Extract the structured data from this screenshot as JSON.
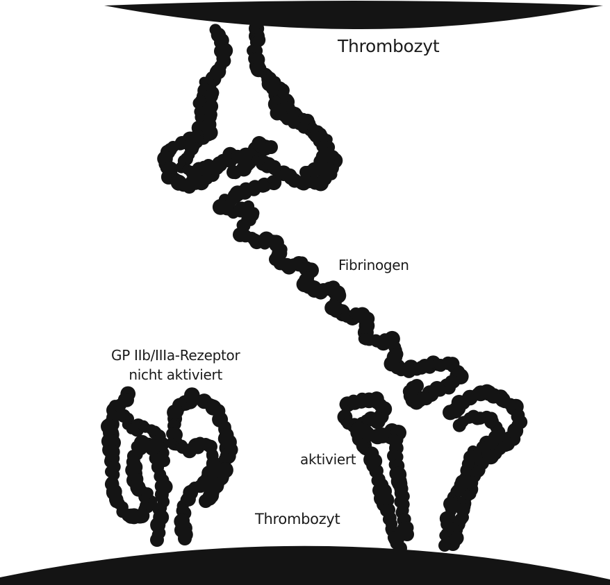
{
  "labels": {
    "top_platelet": "Thrombozyt",
    "fibrinogen": "Fibrinogen",
    "receptor_line1": "GP IIb/IIIa-Rezeptor",
    "receptor_line2": "nicht aktiviert",
    "activated": "aktiviert",
    "bottom_platelet": "Thrombozyt"
  },
  "colors": {
    "ink": "#141414",
    "background": "#ffffff"
  }
}
